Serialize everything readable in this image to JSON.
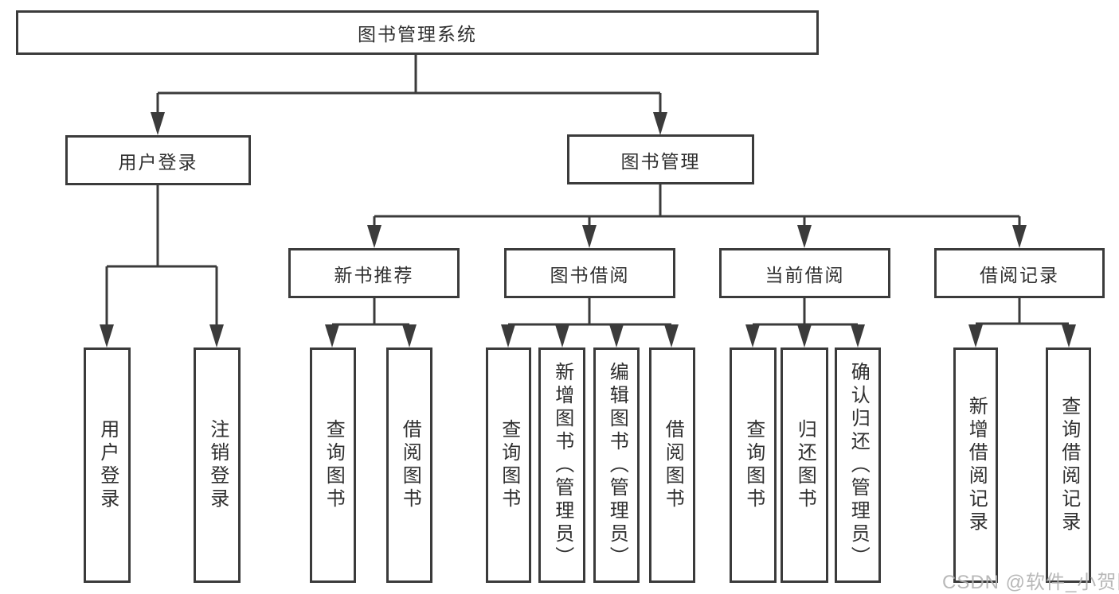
{
  "diagram": {
    "type": "hierarchy-tree",
    "watermark": "CSDN @软件_小贺同学",
    "colors": {
      "line": "#3b3b3b",
      "box_border": "#3b3b3b",
      "text": "#2f2f2f",
      "background": "#ffffff",
      "watermark": "#b1b1b1"
    },
    "root": {
      "label": "图书管理系统"
    },
    "user_login": {
      "label": "用户登录",
      "children": {
        "login": {
          "label": "用户登录"
        },
        "logout": {
          "label": "注销登录"
        }
      }
    },
    "book_mgmt": {
      "label": "图书管理",
      "children": {
        "new_book": {
          "label": "新书推荐",
          "children": {
            "query_book": {
              "label": "查询图书"
            },
            "borrow_book": {
              "label": "借阅图书"
            }
          }
        },
        "book_borrow": {
          "label": "图书借阅",
          "children": {
            "query_book": {
              "label": "查询图书"
            },
            "add_book": {
              "label": "新增图书（管理员）"
            },
            "edit_book": {
              "label": "编辑图书（管理员）"
            },
            "borrow_book": {
              "label": "借阅图书"
            }
          }
        },
        "current_borrow": {
          "label": "当前借阅",
          "children": {
            "query_book": {
              "label": "查询图书"
            },
            "return_book": {
              "label": "归还图书"
            },
            "confirm_return": {
              "label": "确认归还（管理员）"
            }
          }
        },
        "borrow_records": {
          "label": "借阅记录",
          "children": {
            "add_record": {
              "label": "新增借阅记录"
            },
            "query_record": {
              "label": "查询借阅记录"
            }
          }
        }
      }
    }
  }
}
